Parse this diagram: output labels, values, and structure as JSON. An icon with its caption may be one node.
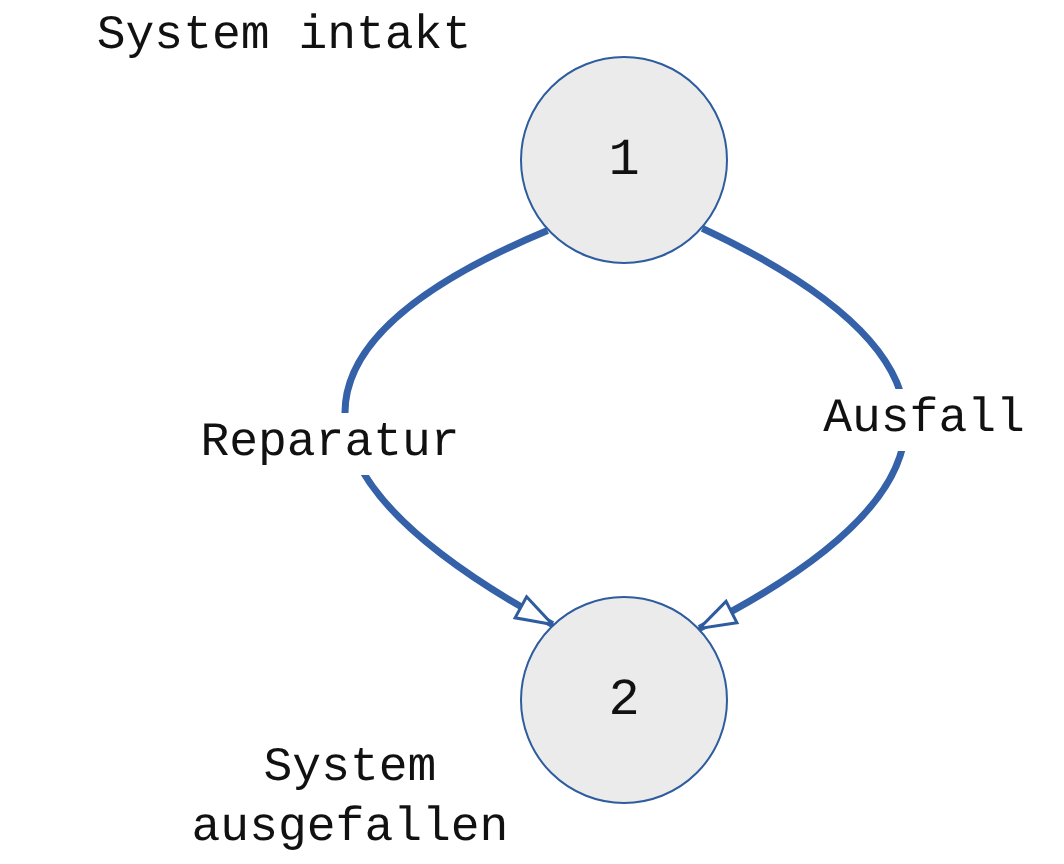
{
  "diagram": {
    "nodes": [
      {
        "text": [
          "1"
        ],
        "beside": [
          "System intakt"
        ]
      },
      {
        "text": [
          "2"
        ],
        "beside": [
          "System ausgefallen"
        ]
      }
    ],
    "edges": [
      {
        "from": 0,
        "to": 1,
        "arrow": "to",
        "label": "Reparatur"
      },
      {
        "from": 0,
        "to": 1,
        "arrow": "to",
        "label": "Ausfall"
      }
    ]
  }
}
